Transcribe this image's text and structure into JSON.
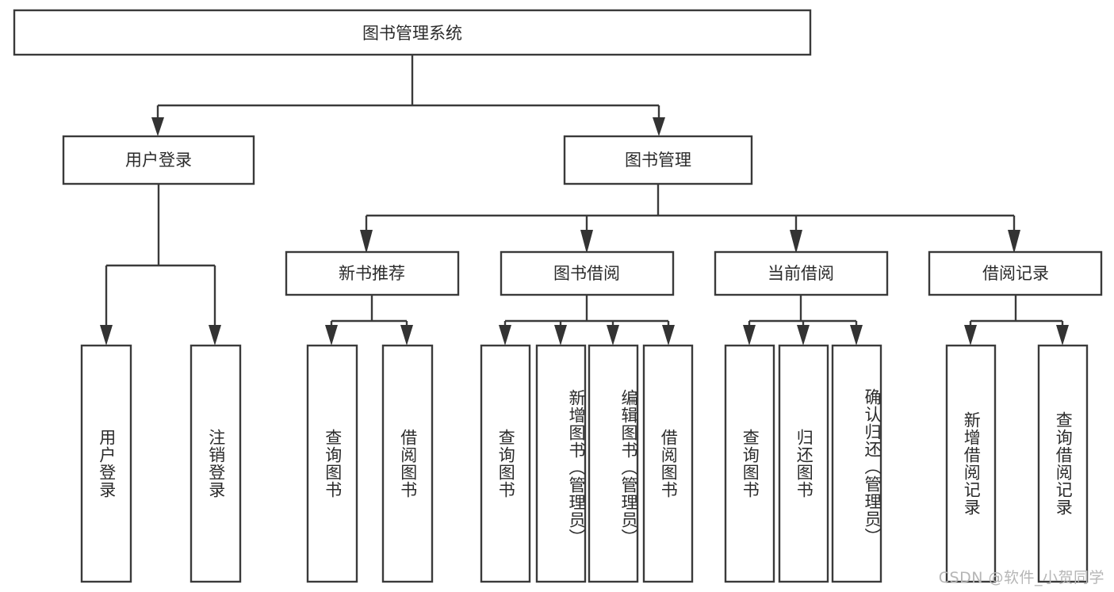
{
  "diagram": {
    "title": "图书管理系统",
    "type": "tree-hierarchy",
    "watermark": "CSDN @软件_小贺同学",
    "colors": {
      "background": "#ffffff",
      "box_fill": "#ffffff",
      "box_stroke": "#3a3a3a",
      "connector": "#3a3a3a",
      "text": "#2b2b2b",
      "watermark": "#b6b6b6"
    },
    "root": {
      "label": "图书管理系统",
      "orientation": "horizontal"
    },
    "level1": [
      {
        "label": "用户登录",
        "orientation": "horizontal"
      },
      {
        "label": "图书管理",
        "orientation": "horizontal"
      }
    ],
    "level2": [
      {
        "label": "新书推荐",
        "orientation": "horizontal",
        "parent": "图书管理"
      },
      {
        "label": "图书借阅",
        "orientation": "horizontal",
        "parent": "图书管理"
      },
      {
        "label": "当前借阅",
        "orientation": "horizontal",
        "parent": "图书管理"
      },
      {
        "label": "借阅记录",
        "orientation": "horizontal",
        "parent": "图书管理"
      }
    ],
    "leaves": {
      "user_login": [
        {
          "label": "用户登录",
          "orientation": "vertical"
        },
        {
          "label": "注销登录",
          "orientation": "vertical"
        }
      ],
      "new_book_recommend": [
        {
          "label": "查询图书",
          "orientation": "vertical"
        },
        {
          "label": "借阅图书",
          "orientation": "vertical"
        }
      ],
      "book_borrow": [
        {
          "label": "查询图书",
          "orientation": "vertical"
        },
        {
          "label": "新增图书（管理员）",
          "orientation": "vertical"
        },
        {
          "label": "编辑图书（管理员）",
          "orientation": "vertical"
        },
        {
          "label": "借阅图书",
          "orientation": "vertical"
        }
      ],
      "current_borrow": [
        {
          "label": "查询图书",
          "orientation": "vertical"
        },
        {
          "label": "归还图书",
          "orientation": "vertical"
        },
        {
          "label": "确认归还（管理员）",
          "orientation": "vertical"
        }
      ],
      "borrow_record": [
        {
          "label": "新增借阅记录",
          "orientation": "vertical"
        },
        {
          "label": "查询借阅记录",
          "orientation": "vertical"
        }
      ]
    }
  }
}
